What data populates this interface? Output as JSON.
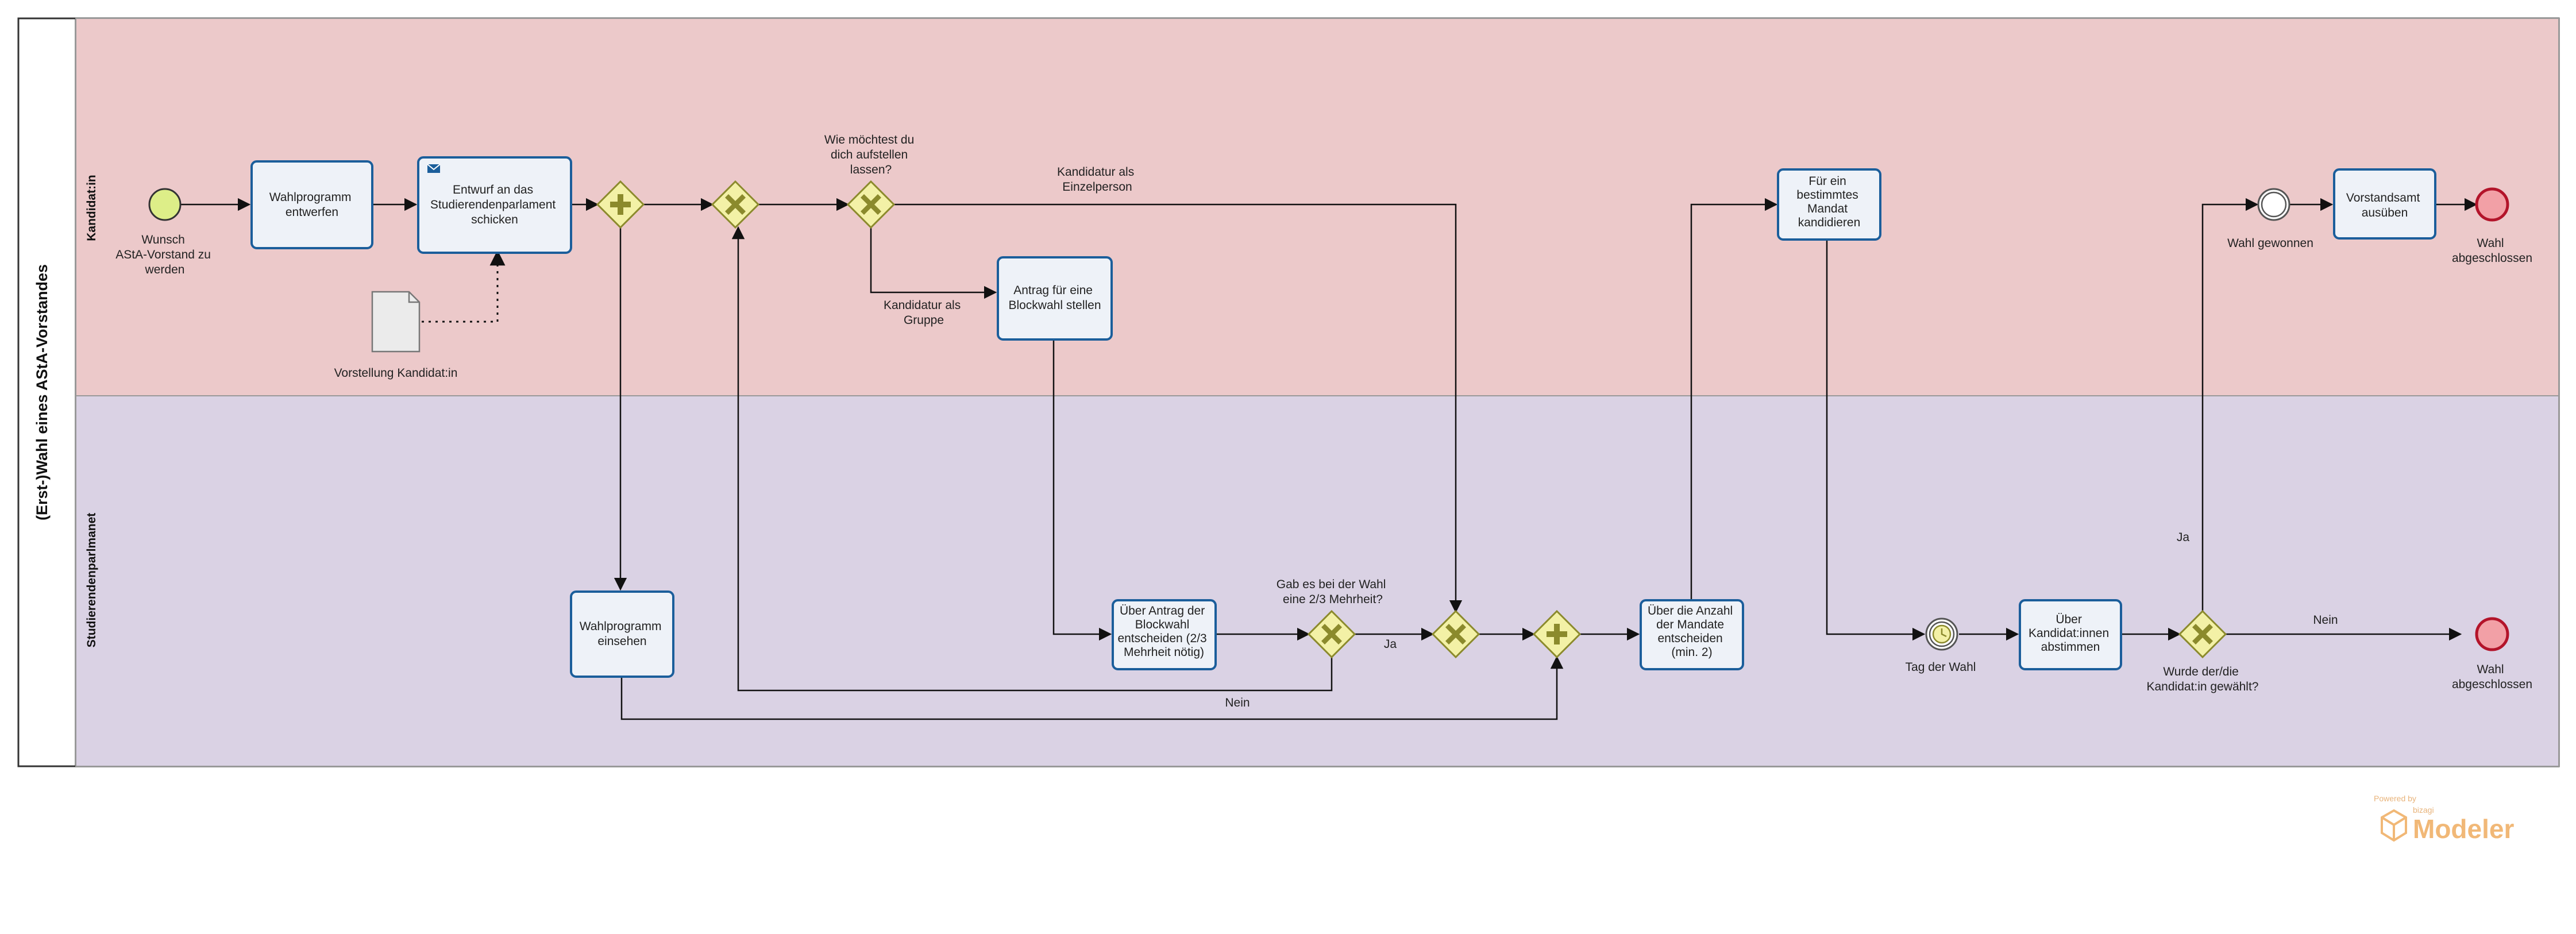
{
  "pool": {
    "title": "(Erst-)Wahl eines AStA-Vorstandes"
  },
  "lanes": [
    {
      "id": "kandidat",
      "title": "Kandidat:in",
      "color": "#ecc9ca"
    },
    {
      "id": "stupa",
      "title": "Studierendenparlmanet",
      "color": "#dad2e4"
    }
  ],
  "nodes": {
    "start": {
      "label": [
        "Wunsch",
        "AStA-Vorstand zu",
        "werden"
      ]
    },
    "t_wahlprogramm_entwerfen": {
      "label": [
        "Wahlprogramm",
        "entwerfen"
      ]
    },
    "t_entwurf_schicken": {
      "label": [
        "Entwurf an das",
        "Studierendenparlament",
        "schicken"
      ]
    },
    "doc_vorstellung": {
      "label": [
        "Vorstellung Kandidat:in"
      ]
    },
    "gw_x_aufstellen": {
      "label": [
        "Wie möchtest du",
        "dich aufstellen",
        "lassen?"
      ]
    },
    "t_antrag_blockwahl": {
      "label": [
        "Antrag für eine",
        "Blockwahl stellen"
      ]
    },
    "t_fuer_mandat": {
      "label": [
        "Für ein",
        "bestimmtes",
        "Mandat",
        "kandidieren"
      ]
    },
    "ev_wahl_gewonnen": {
      "label": [
        "Wahl gewonnen"
      ]
    },
    "t_vorstandsamt": {
      "label": [
        "Vorstandsamt",
        "ausüben"
      ]
    },
    "end_top": {
      "label": [
        "Wahl",
        "abgeschlossen"
      ]
    },
    "t_wahlprogramm_einsehen": {
      "label": [
        "Wahlprogramm",
        "einsehen"
      ]
    },
    "t_ueber_antrag": {
      "label": [
        "Über Antrag der",
        "Blockwahl",
        "entscheiden (2/3",
        "Mehrheit nötig)"
      ]
    },
    "gw_x_mehrheit": {
      "label": [
        "Gab es bei der Wahl",
        "eine 2/3 Mehrheit?"
      ]
    },
    "t_anzahl_mandate": {
      "label": [
        "Über die Anzahl",
        "der Mandate",
        "entscheiden",
        "(min. 2)"
      ]
    },
    "ev_tag_der_wahl": {
      "label": [
        "Tag der Wahl"
      ]
    },
    "t_abstimmen": {
      "label": [
        "Über",
        "Kandidat:innen",
        "abstimmen"
      ]
    },
    "gw_x_gewaehlt": {
      "label": [
        "Wurde der/die",
        "Kandidat:in gewählt?"
      ]
    },
    "end_bottom": {
      "label": [
        "Wahl",
        "abgeschlossen"
      ]
    }
  },
  "flow_labels": {
    "einzelperson": [
      "Kandidatur als",
      "Einzelperson"
    ],
    "gruppe": [
      "Kandidatur als",
      "Gruppe"
    ],
    "ja_mehrheit": "Ja",
    "nein_mehrheit": "Nein",
    "ja_gewaehlt": "Ja",
    "nein_gewaehlt": "Nein"
  },
  "watermark": {
    "small": "Powered by",
    "small2": "bizagi",
    "big": "Modeler"
  },
  "colors": {
    "task_fill": "#eef2f8",
    "task_stroke": "#1b5e9b",
    "start_fill": "#ddee88",
    "end_fill": "#f2a0a6",
    "end_stroke": "#b3142a",
    "gateway_fill": "#f3f1a6",
    "gateway_stroke": "#8b8a2c"
  }
}
